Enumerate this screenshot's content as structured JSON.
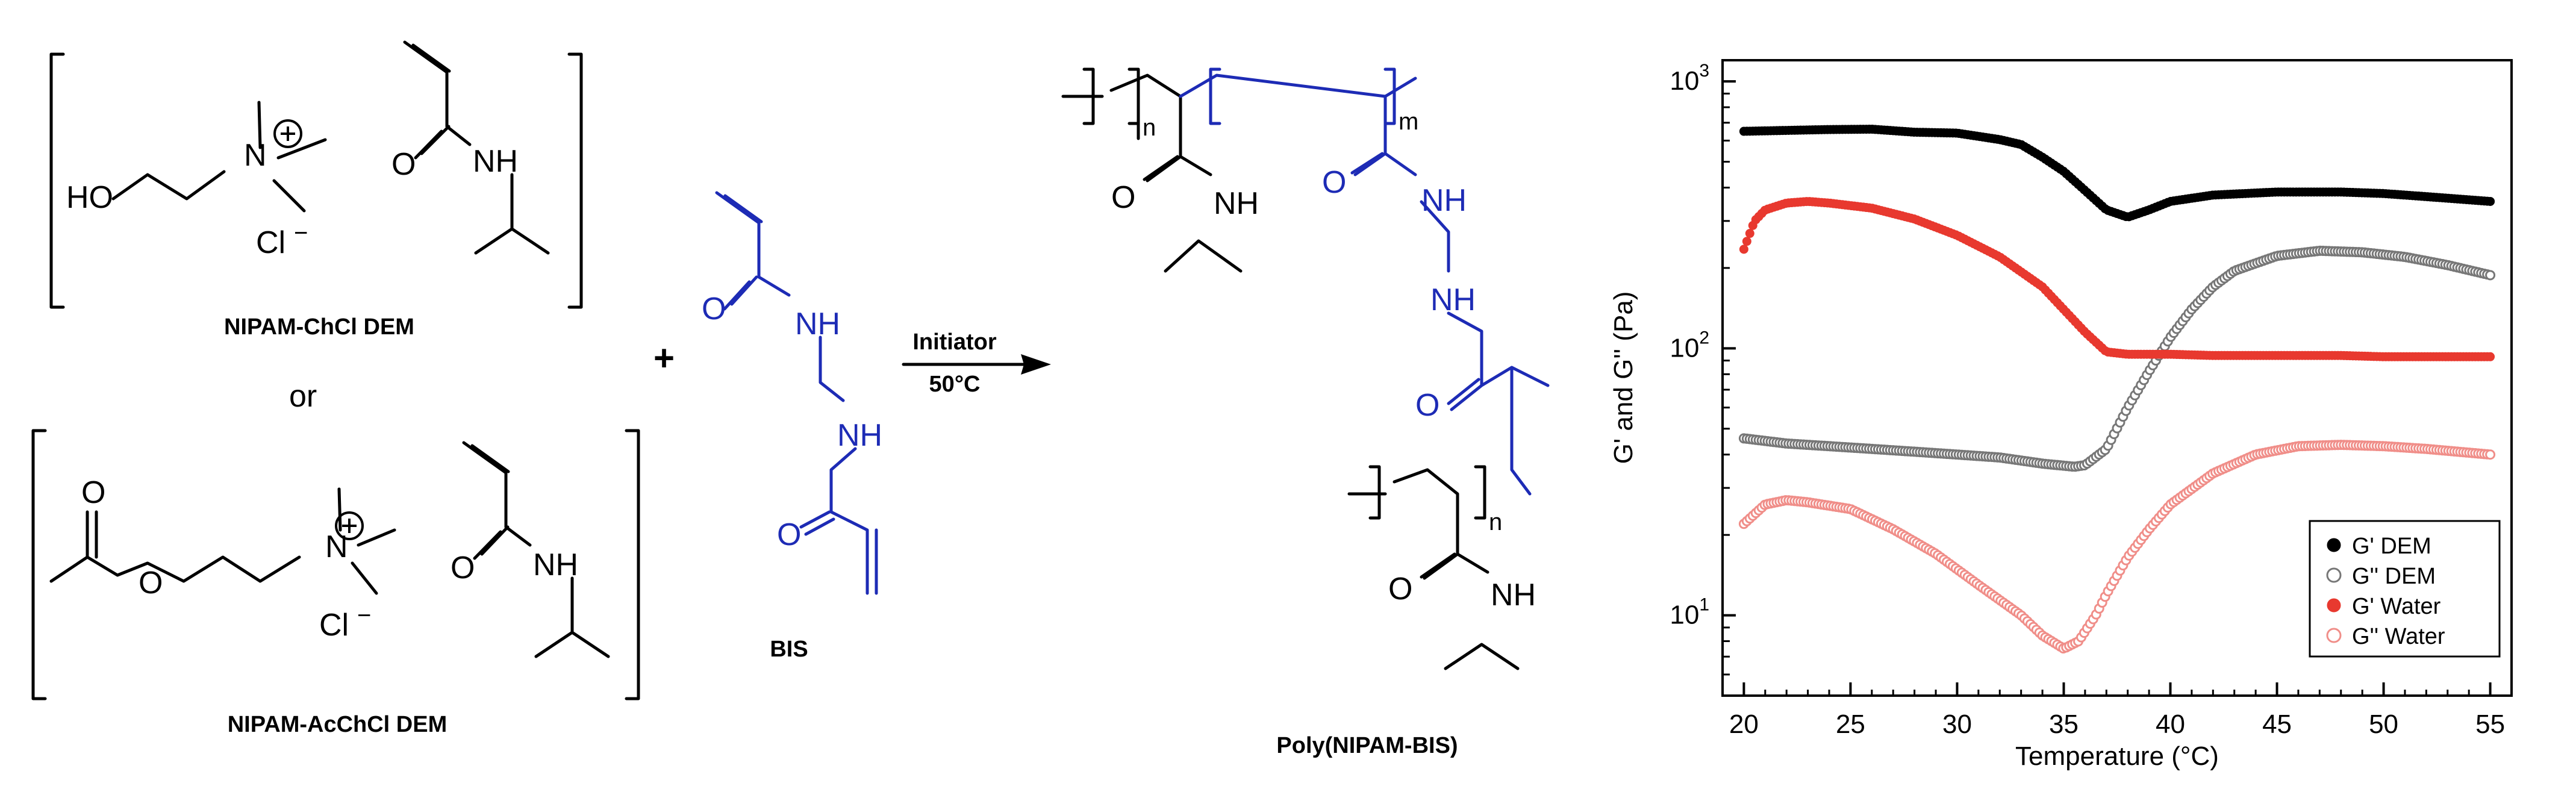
{
  "scheme": {
    "chcl": {
      "ho_label": "HO",
      "n_label": "N",
      "cl_label": "Cl",
      "nh_label": "NH",
      "o_label": "O",
      "caption": "NIPAM-ChCl DEM"
    },
    "or_label": "or",
    "acchcl": {
      "o_top": "O",
      "o_ester": "O",
      "n_label": "N",
      "cl_label": "Cl",
      "nh_label": "NH",
      "o_label": "O",
      "caption": "NIPAM-AcChCl DEM"
    },
    "plus_label": "+",
    "bis": {
      "o_top": "O",
      "nh_top": "NH",
      "nh_bottom": "NH",
      "o_bottom": "O",
      "caption": "BIS"
    },
    "arrow": {
      "top_label": "Initiator",
      "bottom_label": "50°C"
    },
    "polymer": {
      "n_sub": "n",
      "m_sub": "m",
      "o1": "O",
      "nh1": "NH",
      "o2": "O",
      "nh2": "NH",
      "nh3": "NH",
      "o3": "O",
      "n_sub2": "n",
      "o4": "O",
      "nh4": "NH",
      "caption": "Poly(NIPAM-BIS)"
    }
  },
  "chart_data": {
    "type": "scatter",
    "xlabel": "Temperature (°C)",
    "ylabel": "G' and G'' (Pa)",
    "xlim": [
      19,
      56
    ],
    "ylim": [
      5,
      1200
    ],
    "yscale": "log",
    "xticks": [
      20,
      25,
      30,
      35,
      40,
      45,
      50,
      55
    ],
    "yticks": [
      {
        "value": 10,
        "base": "10",
        "exp": "1"
      },
      {
        "value": 100,
        "base": "10",
        "exp": "2"
      },
      {
        "value": 1000,
        "base": "10",
        "exp": "3"
      }
    ],
    "legend_position": "bottom-right",
    "series": [
      {
        "name": "G' DEM",
        "marker": "filled",
        "color": "#000000",
        "points": [
          [
            20,
            650
          ],
          [
            22,
            655
          ],
          [
            24,
            660
          ],
          [
            26,
            662
          ],
          [
            28,
            645
          ],
          [
            30,
            640
          ],
          [
            32,
            605
          ],
          [
            33,
            580
          ],
          [
            34,
            520
          ],
          [
            35,
            460
          ],
          [
            36,
            390
          ],
          [
            37,
            330
          ],
          [
            38,
            310
          ],
          [
            39,
            330
          ],
          [
            40,
            355
          ],
          [
            42,
            375
          ],
          [
            45,
            385
          ],
          [
            48,
            385
          ],
          [
            50,
            380
          ],
          [
            52,
            370
          ],
          [
            55,
            355
          ]
        ]
      },
      {
        "name": "G'' DEM",
        "marker": "open",
        "color": "#777777",
        "points": [
          [
            20,
            46
          ],
          [
            22,
            44
          ],
          [
            24,
            43
          ],
          [
            26,
            42
          ],
          [
            28,
            41
          ],
          [
            30,
            40
          ],
          [
            32,
            39
          ],
          [
            34,
            37
          ],
          [
            35.5,
            36
          ],
          [
            36,
            36.5
          ],
          [
            37,
            42
          ],
          [
            38,
            60
          ],
          [
            39,
            82
          ],
          [
            40,
            110
          ],
          [
            41,
            140
          ],
          [
            42,
            170
          ],
          [
            43,
            195
          ],
          [
            45,
            222
          ],
          [
            47,
            232
          ],
          [
            49,
            229
          ],
          [
            51,
            220
          ],
          [
            53,
            205
          ],
          [
            55,
            188
          ]
        ]
      },
      {
        "name": "G' Water",
        "marker": "filled",
        "color": "#e8392f",
        "points": [
          [
            20,
            235
          ],
          [
            20.5,
            300
          ],
          [
            21,
            330
          ],
          [
            22,
            350
          ],
          [
            23,
            355
          ],
          [
            24,
            350
          ],
          [
            26,
            335
          ],
          [
            28,
            305
          ],
          [
            30,
            265
          ],
          [
            32,
            220
          ],
          [
            34,
            170
          ],
          [
            36,
            115
          ],
          [
            37,
            97
          ],
          [
            38,
            95
          ],
          [
            40,
            95
          ],
          [
            42,
            94
          ],
          [
            45,
            94
          ],
          [
            48,
            94
          ],
          [
            50,
            93
          ],
          [
            52,
            93
          ],
          [
            55,
            93
          ]
        ]
      },
      {
        "name": "G'' Water",
        "marker": "open",
        "color": "#f08e89",
        "points": [
          [
            20,
            22
          ],
          [
            21,
            26
          ],
          [
            22,
            27
          ],
          [
            23,
            26.5
          ],
          [
            25,
            25
          ],
          [
            27,
            21
          ],
          [
            29,
            17
          ],
          [
            31,
            13
          ],
          [
            33,
            10
          ],
          [
            34,
            8.4
          ],
          [
            35,
            7.5
          ],
          [
            35.7,
            8
          ],
          [
            36.5,
            10
          ],
          [
            37,
            12
          ],
          [
            38,
            16.5
          ],
          [
            39,
            21
          ],
          [
            40,
            26
          ],
          [
            42,
            34
          ],
          [
            44,
            40
          ],
          [
            46,
            43
          ],
          [
            48,
            43.5
          ],
          [
            50,
            43
          ],
          [
            52,
            42
          ],
          [
            55,
            40
          ]
        ]
      }
    ]
  }
}
